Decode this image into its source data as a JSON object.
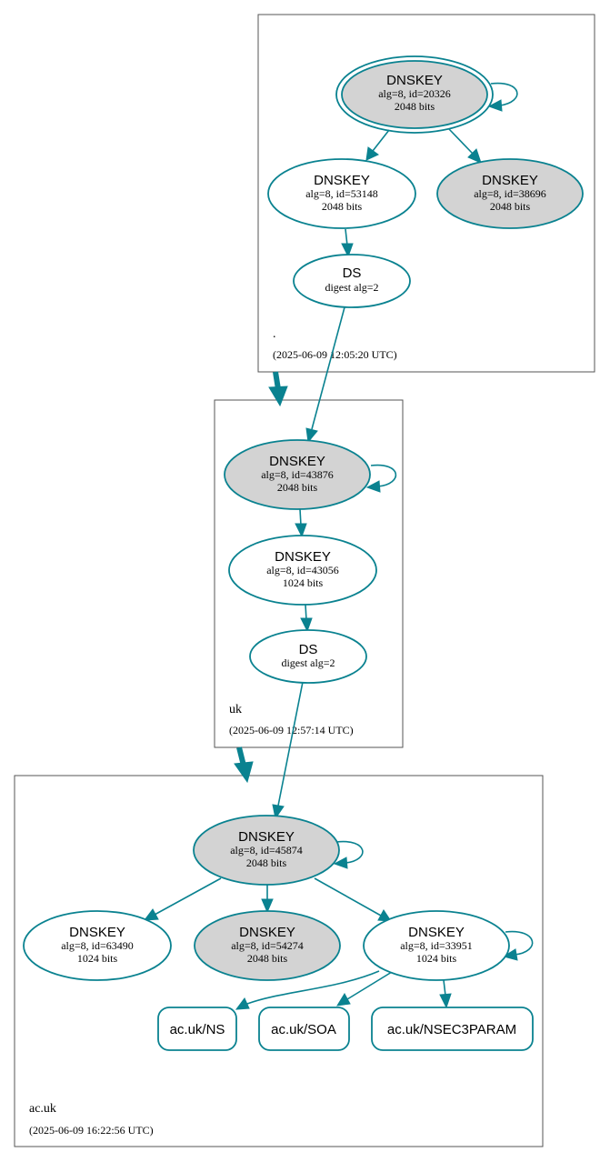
{
  "zones": [
    {
      "name": ".",
      "timestamp": "(2025-06-09 12:05:20 UTC)"
    },
    {
      "name": "uk",
      "timestamp": "(2025-06-09 12:57:14 UTC)"
    },
    {
      "name": "ac.uk",
      "timestamp": "(2025-06-09 16:22:56 UTC)"
    }
  ],
  "nodes": {
    "root_ksk": {
      "title": "DNSKEY",
      "detail": "alg=8, id=20326",
      "size": "2048 bits"
    },
    "root_zsk": {
      "title": "DNSKEY",
      "detail": "alg=8, id=53148",
      "size": "2048 bits"
    },
    "root_k2": {
      "title": "DNSKEY",
      "detail": "alg=8, id=38696",
      "size": "2048 bits"
    },
    "root_ds": {
      "title": "DS",
      "detail": "digest alg=2"
    },
    "uk_ksk": {
      "title": "DNSKEY",
      "detail": "alg=8, id=43876",
      "size": "2048 bits"
    },
    "uk_zsk": {
      "title": "DNSKEY",
      "detail": "alg=8, id=43056",
      "size": "1024 bits"
    },
    "uk_ds": {
      "title": "DS",
      "detail": "digest alg=2"
    },
    "acuk_ksk": {
      "title": "DNSKEY",
      "detail": "alg=8, id=45874",
      "size": "2048 bits"
    },
    "acuk_k1": {
      "title": "DNSKEY",
      "detail": "alg=8, id=63490",
      "size": "1024 bits"
    },
    "acuk_k2": {
      "title": "DNSKEY",
      "detail": "alg=8, id=54274",
      "size": "2048 bits"
    },
    "acuk_zsk": {
      "title": "DNSKEY",
      "detail": "alg=8, id=33951",
      "size": "1024 bits"
    }
  },
  "rrsets": {
    "ns": "ac.uk/NS",
    "soa": "ac.uk/SOA",
    "nsec3param": "ac.uk/NSEC3PARAM"
  },
  "colors": {
    "edge": "#0a8290",
    "ksk_fill": "#d3d3d3",
    "zone_border": "#555555"
  }
}
